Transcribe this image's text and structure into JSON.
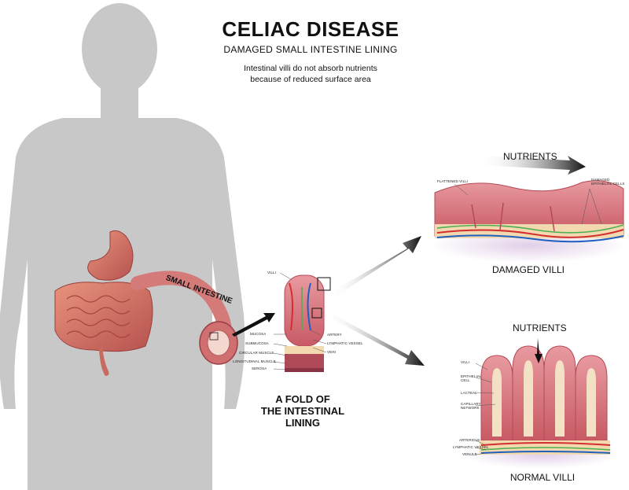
{
  "header": {
    "title": "CELIAC DISEASE",
    "subtitle": "DAMAGED SMALL INTESTINE LINING",
    "description_line1": "Intestinal villi do not absorb nutrients",
    "description_line2": "because of reduced surface area"
  },
  "intestine": {
    "small_intestine_label": "SMALL INTESTINE"
  },
  "fold": {
    "title_line1": "A FOLD OF",
    "title_line2": "THE INTESTINAL",
    "title_line3": "LINING",
    "labels": {
      "villi": "VILLI",
      "mucosa": "MUCOSA",
      "submucosa": "SUBMUCOSA",
      "circular_muscle": "CIRCULAR MUSCLE",
      "longitudinal_muscle": "LONGITUDINAL MUSCLE",
      "serosa": "SEROSA",
      "artery": "ARTERY",
      "lymphatic_vessel": "LYMPHATIC VESSEL",
      "vein": "VEIN"
    }
  },
  "damaged": {
    "nutrients_label": "NUTRIENTS",
    "caption": "DAMAGED VILLI",
    "flattened_villi": "FLATTENED VILLI",
    "damaged_cells_line1": "DAMAGED",
    "damaged_cells_line2": "EPITHELIAL CELLS"
  },
  "normal": {
    "nutrients_label": "NUTRIENTS",
    "caption": "NORMAL VILLI",
    "labels": {
      "villi": "VILLI",
      "epithelial_line1": "EPITHELIAL",
      "epithelial_line2": "CELL",
      "lacteal": "LACTEAL",
      "capillary_line1": "CAPILLARY",
      "capillary_line2": "NETWORK",
      "arteriole": "ARTERIOLE",
      "lymphatic_vessel": "LYMPHATIC VESSEL",
      "venule": "VENULE"
    }
  },
  "colors": {
    "silhouette": "#c8c8c8",
    "tissue": "#d9707a",
    "tissue_dark": "#b8454f",
    "artery": "#d32f2f",
    "vein": "#1f5fbf",
    "lymph": "#4caf50",
    "sub": "#f3d9b0"
  }
}
